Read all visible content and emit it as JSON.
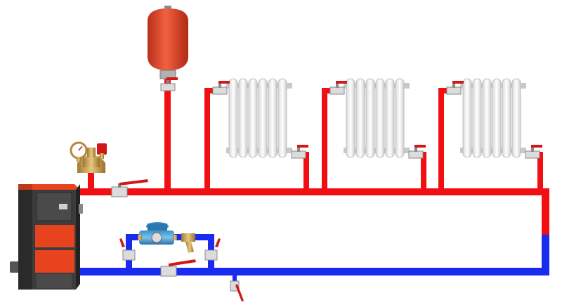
{
  "diagram": {
    "components": [
      {
        "id": "boiler",
        "kind": "solid-fuel-boiler"
      },
      {
        "id": "expansion-tank",
        "kind": "expansion-tank"
      },
      {
        "id": "safety-group",
        "kind": "pressure-gauge-and-air-vent"
      },
      {
        "id": "radiator-1",
        "kind": "radiator"
      },
      {
        "id": "radiator-2",
        "kind": "radiator"
      },
      {
        "id": "radiator-3",
        "kind": "radiator"
      },
      {
        "id": "circulation-pump",
        "kind": "pump"
      },
      {
        "id": "strainer",
        "kind": "filter"
      },
      {
        "id": "drain-valve",
        "kind": "drain-valve"
      }
    ],
    "colors": {
      "supply": "#f20f14",
      "return": "#1a2bf0",
      "tank": "#e8452a",
      "boiler_body": "#3c3c3c",
      "boiler_door": "#e8431f",
      "radiator": "#f3f3f3",
      "brass": "#c8a060",
      "valve_handle": "#d01818"
    }
  }
}
